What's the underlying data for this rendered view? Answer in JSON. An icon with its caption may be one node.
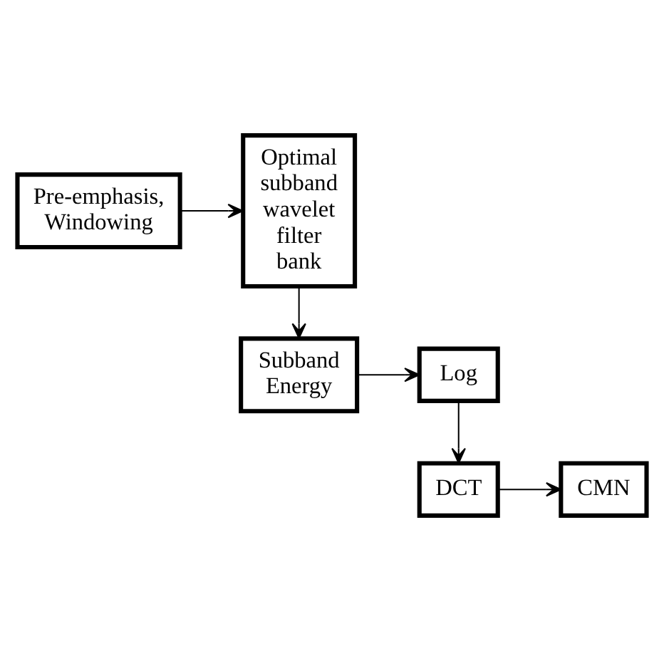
{
  "diagram": {
    "nodes": [
      {
        "text": [
          "Pre-emphasis, Windowing"
        ]
      },
      {
        "text": [
          "Optimal subband wavelet filter bank"
        ]
      },
      {
        "text": [
          "Subband Energy"
        ]
      },
      {
        "text": [
          "Log"
        ]
      },
      {
        "text": [
          "DCT"
        ]
      },
      {
        "text": [
          "CMN"
        ]
      }
    ],
    "edges": [
      {
        "from": 0,
        "to": 1,
        "arrow": "to"
      },
      {
        "from": 1,
        "to": 2,
        "arrow": "to"
      },
      {
        "from": 2,
        "to": 3,
        "arrow": "to"
      },
      {
        "from": 3,
        "to": 4,
        "arrow": "to"
      },
      {
        "from": 4,
        "to": 5,
        "arrow": "to"
      }
    ]
  }
}
